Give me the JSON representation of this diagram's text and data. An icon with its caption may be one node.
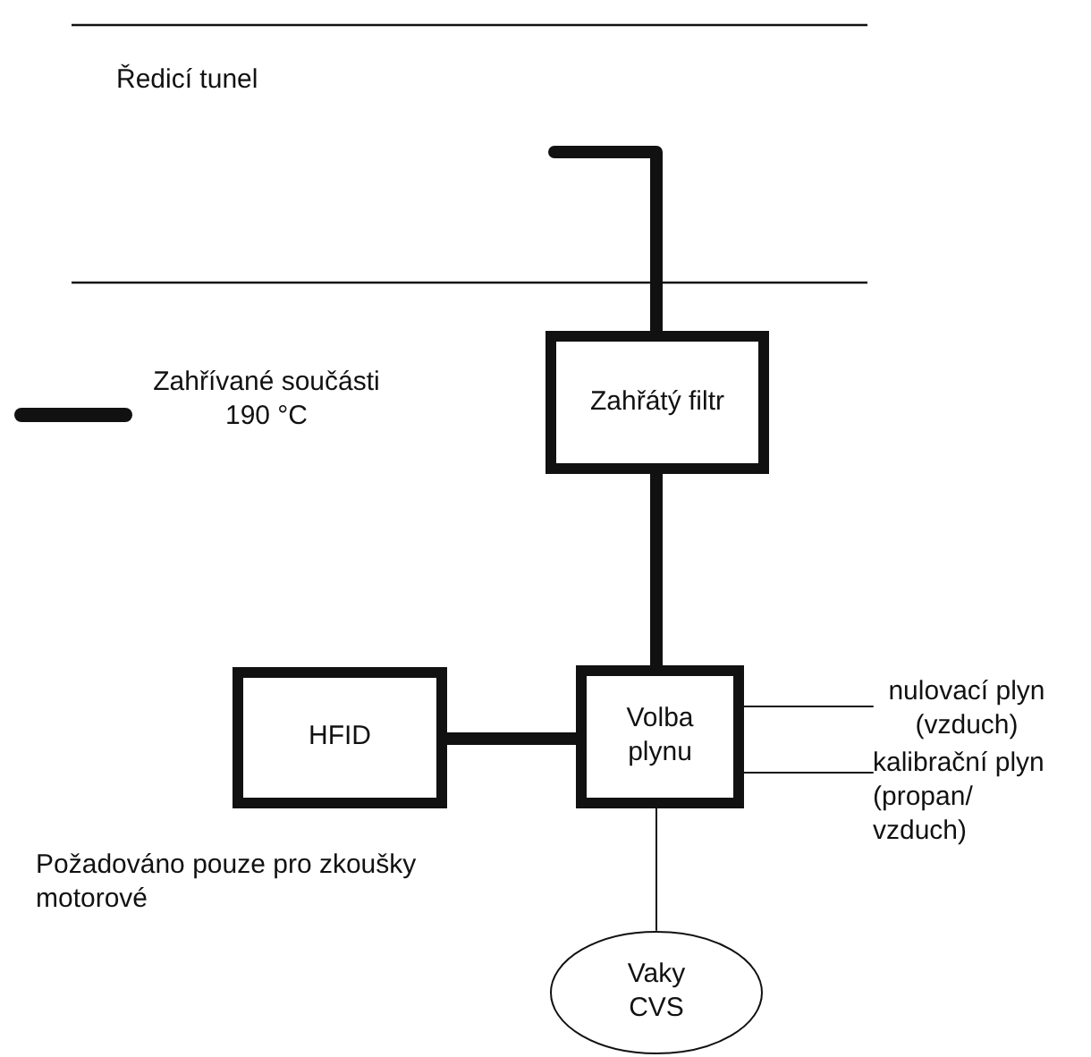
{
  "diagram": {
    "nodes": [
      {
        "text": [
          "Zahřátý filtr"
        ]
      },
      {
        "text": [
          "HFID"
        ]
      },
      {
        "text": [
          "Volba plynu"
        ]
      },
      {
        "text": [
          "Vaky CVS"
        ]
      },
      {
        "text": [
          "nulovací plyn (vzduch)"
        ]
      },
      {
        "text": [
          "kalibrační plyn (propan/ vzduch)"
        ]
      }
    ],
    "edges": [
      {
        "from": null,
        "to": 0,
        "arrow": "none",
        "style": "thick"
      },
      {
        "from": 0,
        "to": 2,
        "arrow": "none",
        "style": "thick"
      },
      {
        "from": 1,
        "to": 2,
        "arrow": "none",
        "style": "thick"
      },
      {
        "from": 2,
        "to": 3,
        "arrow": "none"
      },
      {
        "from": 4,
        "to": 2,
        "arrow": "none"
      },
      {
        "from": 5,
        "to": 2,
        "arrow": "none"
      }
    ],
    "labels": [
      "Ředicí tunel",
      "Požadováno pouze pro zkoušky motorové"
    ],
    "legend": [
      {
        "text": "Zahřívané součásti 190 °C"
      }
    ]
  }
}
